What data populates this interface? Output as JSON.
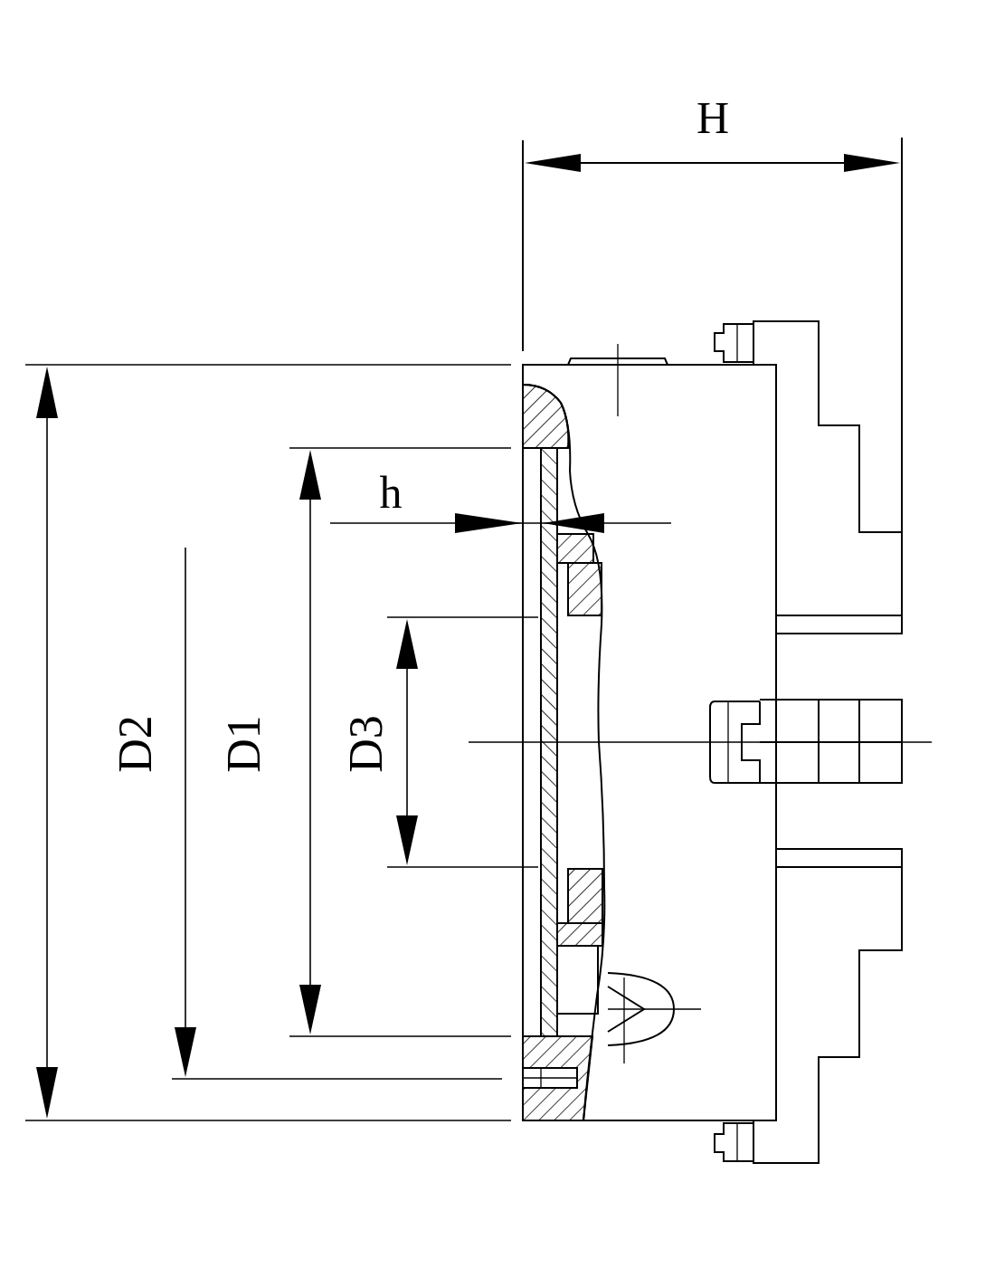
{
  "diagram": {
    "labels": [
      "H",
      "h",
      "D2",
      "D1",
      "D3"
    ]
  }
}
